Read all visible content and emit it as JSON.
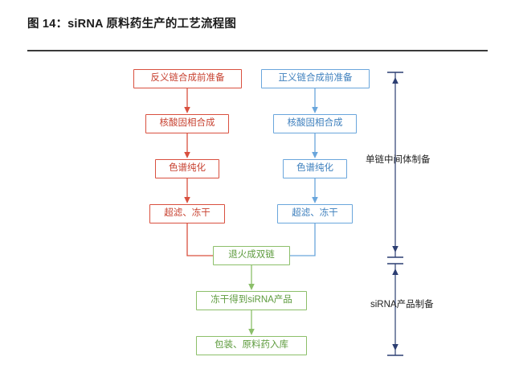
{
  "figure": {
    "title": "图 14：siRNA 原料药生产的工艺流程图"
  },
  "colors": {
    "red": "#d9503f",
    "blue": "#6aa6dc",
    "green": "#8cbf6a",
    "rule": "#3a3a3a",
    "text": "#1b1b1b"
  },
  "flow": {
    "left_branch": {
      "color": "red",
      "nodes": [
        {
          "id": "antisense-prep",
          "label": "反义链合成前准备"
        },
        {
          "id": "antisense-solid-phase",
          "label": "核酸固相合成"
        },
        {
          "id": "antisense-chromatography",
          "label": "色谱纯化"
        },
        {
          "id": "antisense-ultrafiltration",
          "label": "超滤、冻干"
        }
      ]
    },
    "right_branch": {
      "color": "blue",
      "nodes": [
        {
          "id": "sense-prep",
          "label": "正义链合成前准备"
        },
        {
          "id": "sense-solid-phase",
          "label": "核酸固相合成"
        },
        {
          "id": "sense-chromatography",
          "label": "色谱纯化"
        },
        {
          "id": "sense-ultrafiltration",
          "label": "超滤、冻干"
        }
      ]
    },
    "merged_branch": {
      "color": "green",
      "nodes": [
        {
          "id": "annealing",
          "label": "退火成双链"
        },
        {
          "id": "lyophilized-product",
          "label": "冻干得到siRNA产品"
        },
        {
          "id": "packaging-warehousing",
          "label": "包装、原料药入库"
        }
      ]
    }
  },
  "stage_labels": [
    {
      "id": "stage-single-strand",
      "label": "单链中间体制备"
    },
    {
      "id": "stage-sirna-product",
      "label": "siRNA产品制备"
    }
  ]
}
